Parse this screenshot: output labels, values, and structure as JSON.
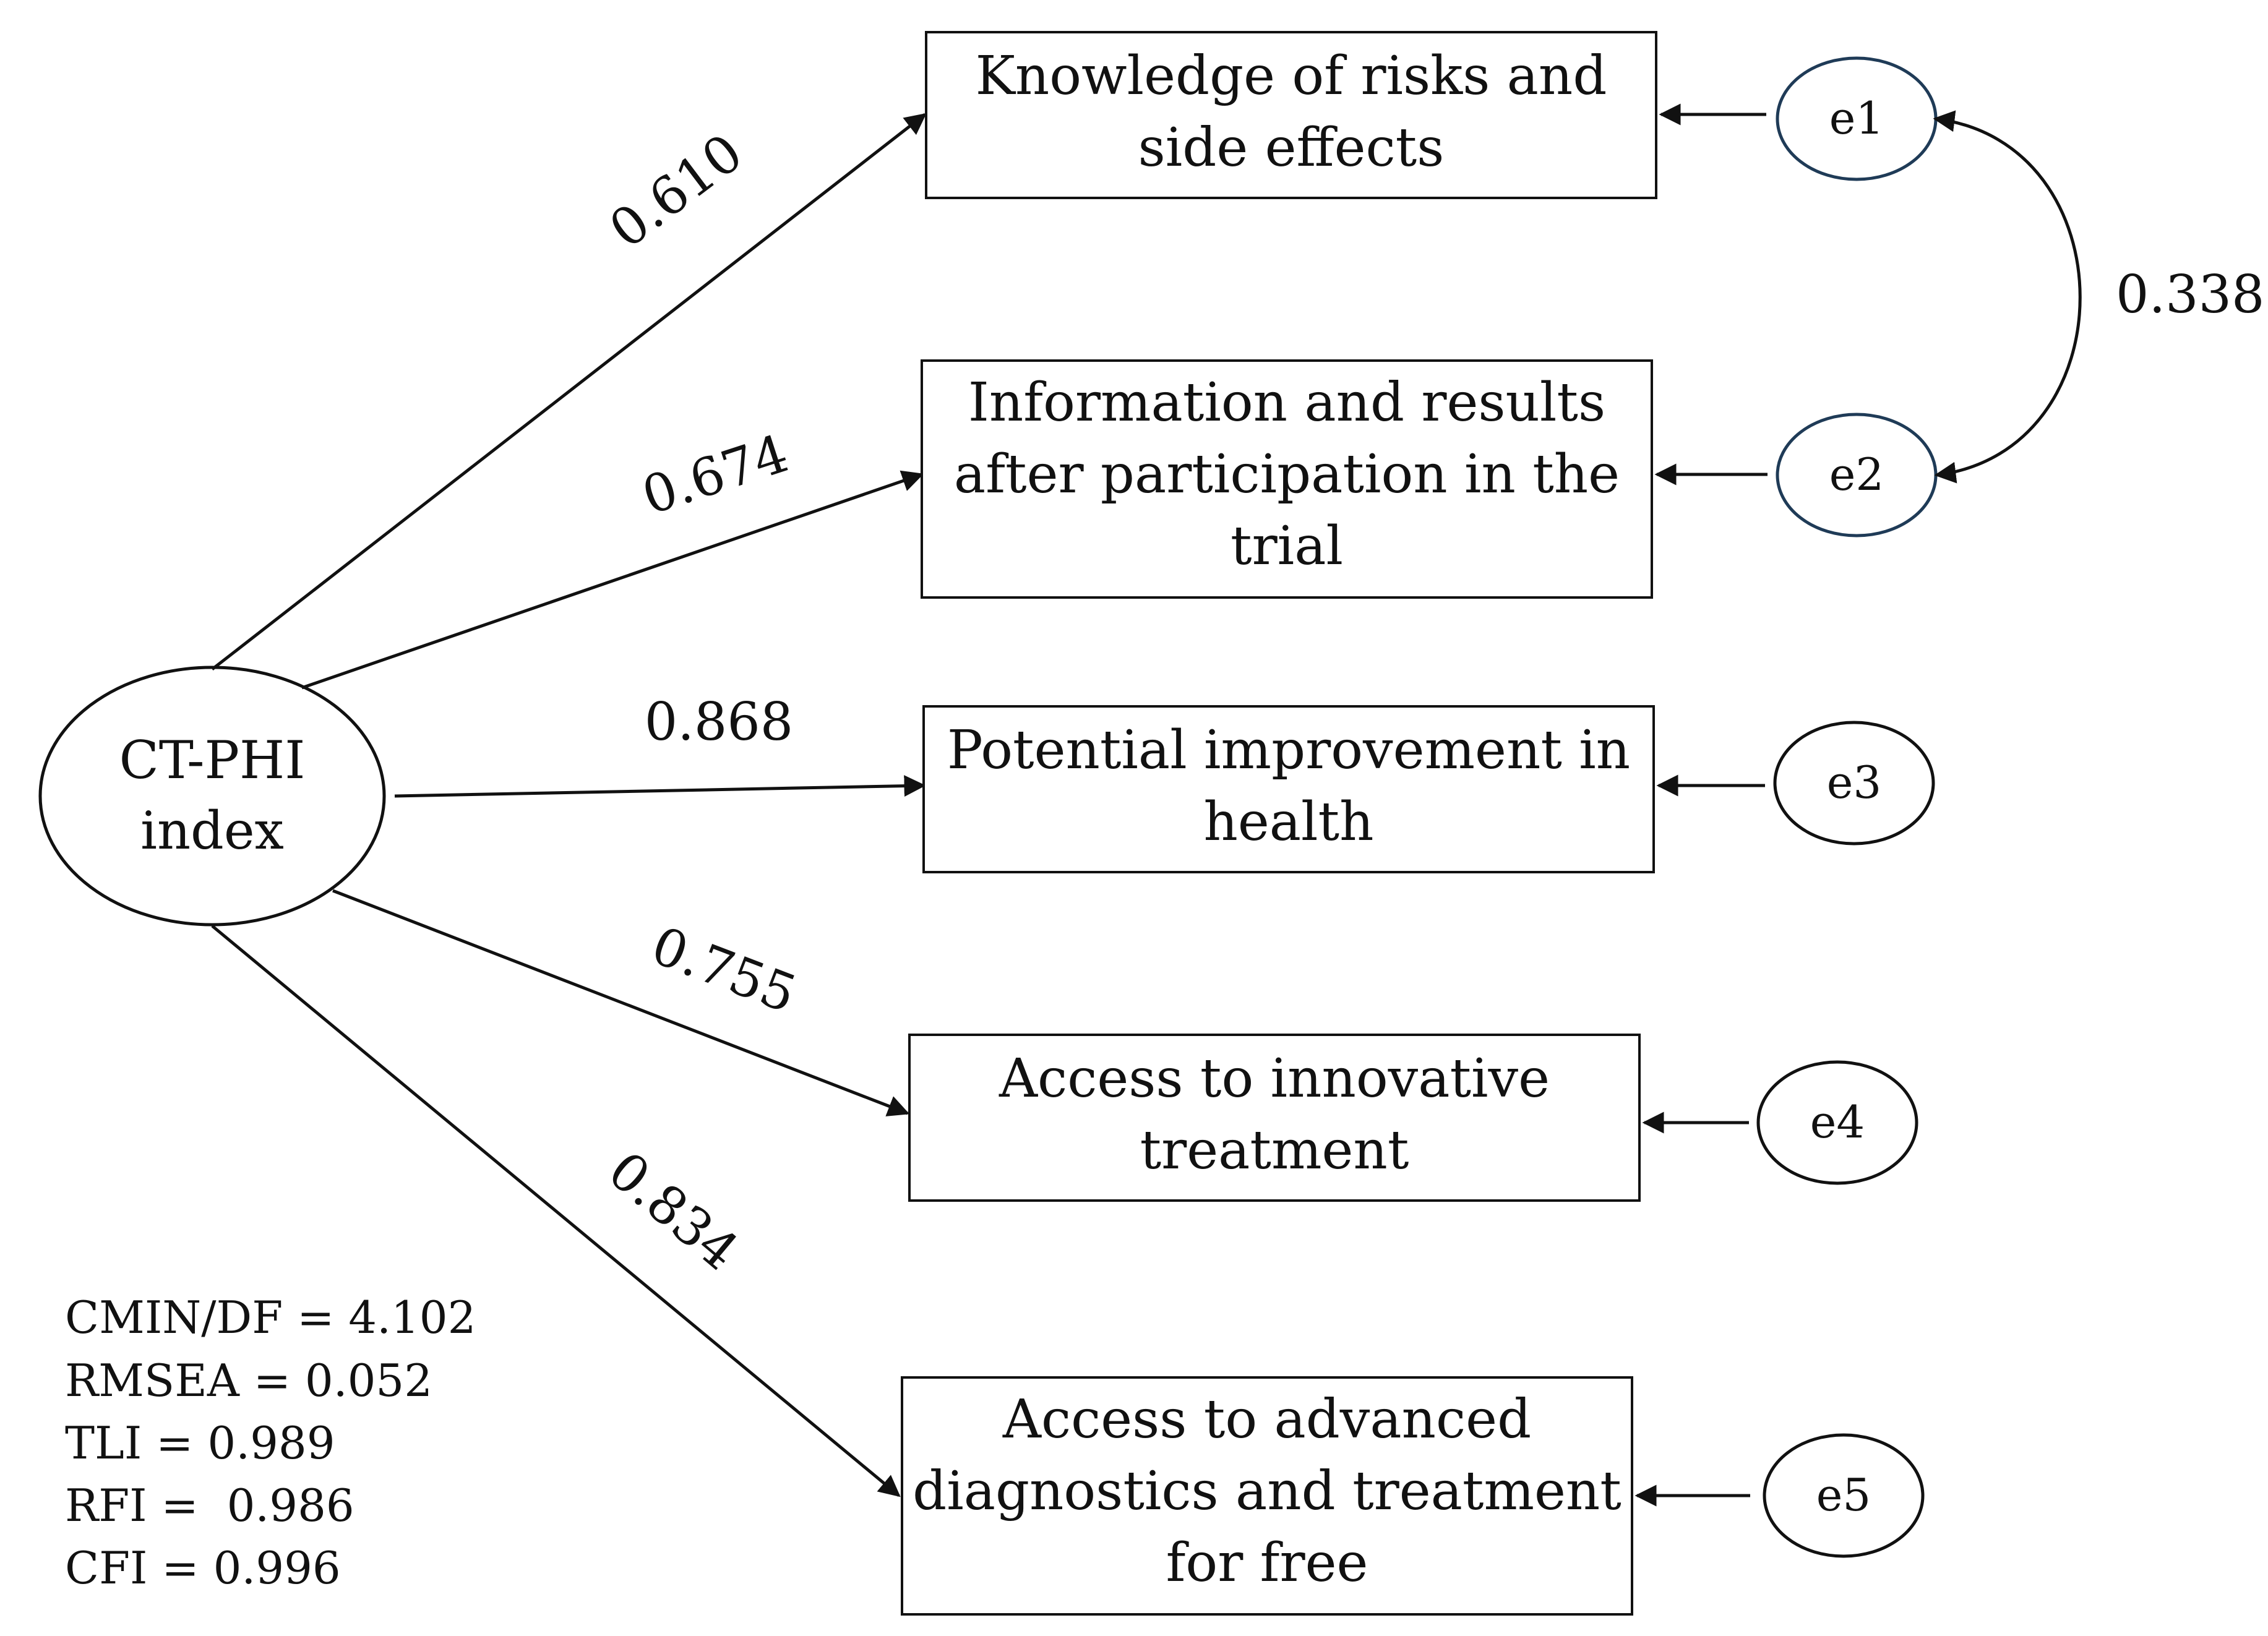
{
  "latent": {
    "label_lines": [
      "CT-PHI",
      "index"
    ]
  },
  "indicators": [
    {
      "id": "ind1",
      "lines": [
        "Knowledge of risks and",
        "side effects"
      ],
      "loading": "0.610",
      "error": "e1"
    },
    {
      "id": "ind2",
      "lines": [
        "Information and results",
        "after participation in the",
        "trial"
      ],
      "loading": "0.674",
      "error": "e2"
    },
    {
      "id": "ind3",
      "lines": [
        "Potential improvement in",
        "health"
      ],
      "loading": "0.868",
      "error": "e3"
    },
    {
      "id": "ind4",
      "lines": [
        "Access to innovative",
        "treatment"
      ],
      "loading": "0.755",
      "error": "e4"
    },
    {
      "id": "ind5",
      "lines": [
        "Access to advanced",
        "diagnostics and treatment",
        "for free"
      ],
      "loading": "0.834",
      "error": "e5"
    }
  ],
  "covariance": {
    "from": "e1",
    "to": "e2",
    "value": "0.338"
  },
  "fit_indices": [
    "CMIN/DF = 4.102",
    "RMSEA = 0.052",
    "TLI = 0.989",
    "RFI =  0.986",
    "CFI = 0.996"
  ],
  "colors": {
    "stroke": "#111111",
    "error_e1_e2_stroke": "#1f3b57"
  }
}
